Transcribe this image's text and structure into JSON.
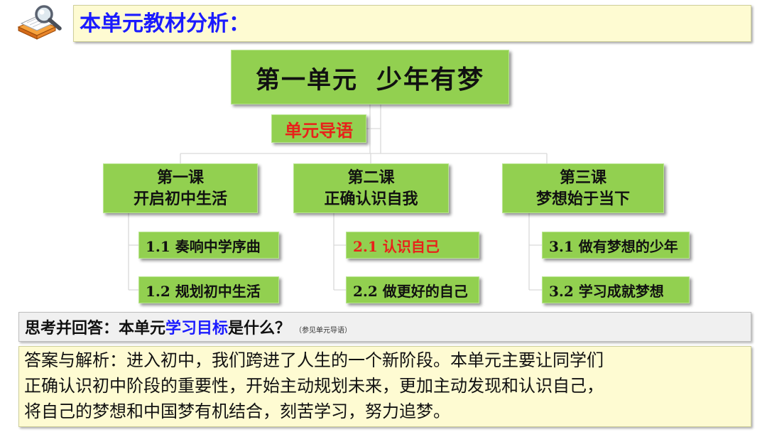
{
  "header": {
    "title": "本单元教材分析：",
    "logo_icon": "magnifier-books-icon"
  },
  "diagram": {
    "unit_title_part1": "第一单元",
    "unit_title_part2": "少年有梦",
    "unit_guide": "单元导语",
    "lessons": [
      {
        "line1": "第一课",
        "line2": "开启初中生活",
        "topics": [
          {
            "label": "1.1 奏响中学序曲",
            "highlight": false
          },
          {
            "label": "1.2 规划初中生活",
            "highlight": false
          }
        ]
      },
      {
        "line1": "第二课",
        "line2": "正确认识自我",
        "topics": [
          {
            "label": "2.1 认识自己",
            "highlight": true
          },
          {
            "label": "2.2 做更好的自己",
            "highlight": false
          }
        ]
      },
      {
        "line1": "第三课",
        "line2": "梦想始于当下",
        "topics": [
          {
            "label": "3.1 做有梦想的少年",
            "highlight": false
          },
          {
            "label": "3.2 学习成就梦想",
            "highlight": false
          }
        ]
      }
    ]
  },
  "question": {
    "prefix": "思考并回答：本单元",
    "highlight": "学习目标",
    "suffix": "是什么？",
    "note": "（参见单元导语）"
  },
  "answer": {
    "line1": "答案与解析：进入初中，我们跨进了人生的一个新阶段。本单元主要让同学们",
    "line2": "正确认识初中阶段的重要性，开始主动规划未来，更加主动发现和认识自己，",
    "line3": "将自己的梦想和中国梦有机结合，刻苦学习，努力追梦。"
  },
  "colors": {
    "box_fill": "#92d050",
    "highlight_text": "#e8211a",
    "title_blue": "#1b1bff",
    "panel_yellow": "#fefbd2"
  }
}
